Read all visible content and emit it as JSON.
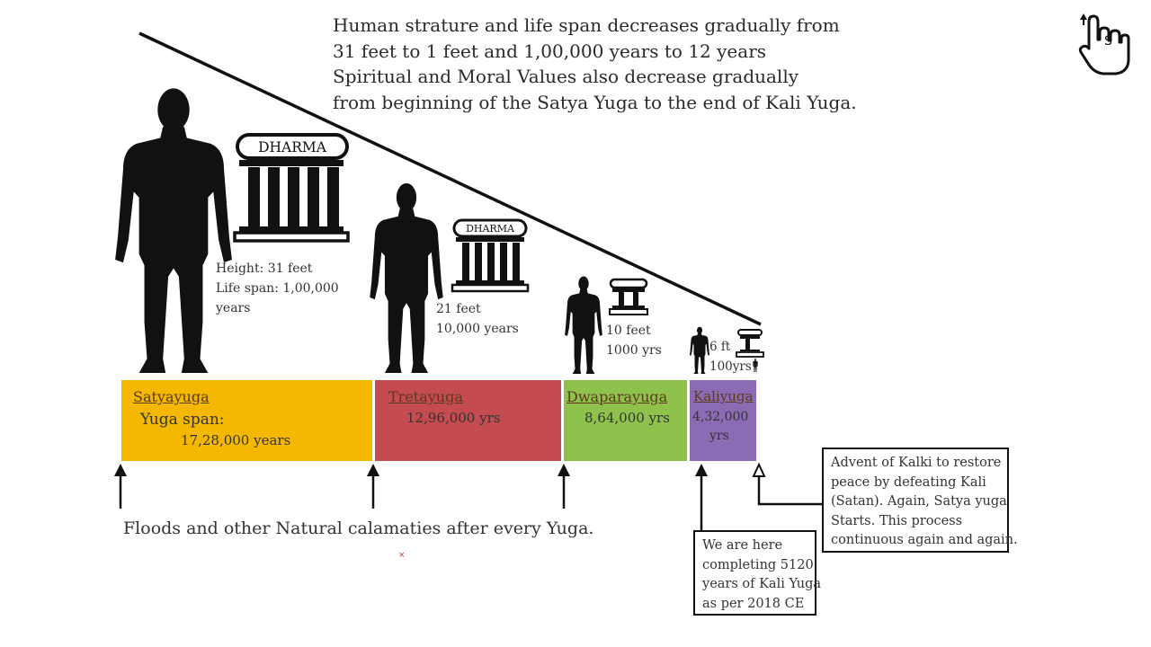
{
  "intro": {
    "line1": "Human strature and life span decreases gradually from",
    "line2": "31 feet to 1 feet and 1,00,000 years to 12 years",
    "line3": "Spiritual and Moral Values also decrease gradually",
    "line4": "from beginning of the Satya Yuga to the end of Kali Yuga."
  },
  "pillar_label": "DHARMA",
  "yugas": [
    {
      "name": "Satyayuga",
      "span_label": "Yuga span:",
      "span": "17,28,000 years",
      "height_caption": "Height: 31 feet",
      "life_caption_1": "Life span: 1,00,000",
      "life_caption_2": "years",
      "color": "#F5B800"
    },
    {
      "name": "Tretayuga",
      "span": "12,96,000 yrs",
      "height_caption": "21 feet",
      "life_caption": "10,000 years",
      "color": "#C44B4F"
    },
    {
      "name": "Dwaparayuga",
      "span": "8,64,000 yrs",
      "height_caption": "10 feet",
      "life_caption": "1000 yrs",
      "color": "#8FC14D"
    },
    {
      "name": "Kaliyuga",
      "span_1": "4,32,000",
      "span_2": "yrs",
      "height_caption": "6 ft",
      "life_caption": "100yrs",
      "color": "#8C6BB5"
    }
  ],
  "footnote": "Floods and other Natural calamaties after every Yuga.",
  "here_box": [
    "We are here",
    "completing 5120",
    "years of Kali Yuga",
    "as per 2018 CE"
  ],
  "kalki_box": [
    "Advent of Kalki to restore",
    "peace by defeating Kali",
    "(Satan). Again, Satya yuga",
    "Starts. This process",
    "continuous again and again."
  ],
  "logo_icon": "hand-pointer-icon"
}
